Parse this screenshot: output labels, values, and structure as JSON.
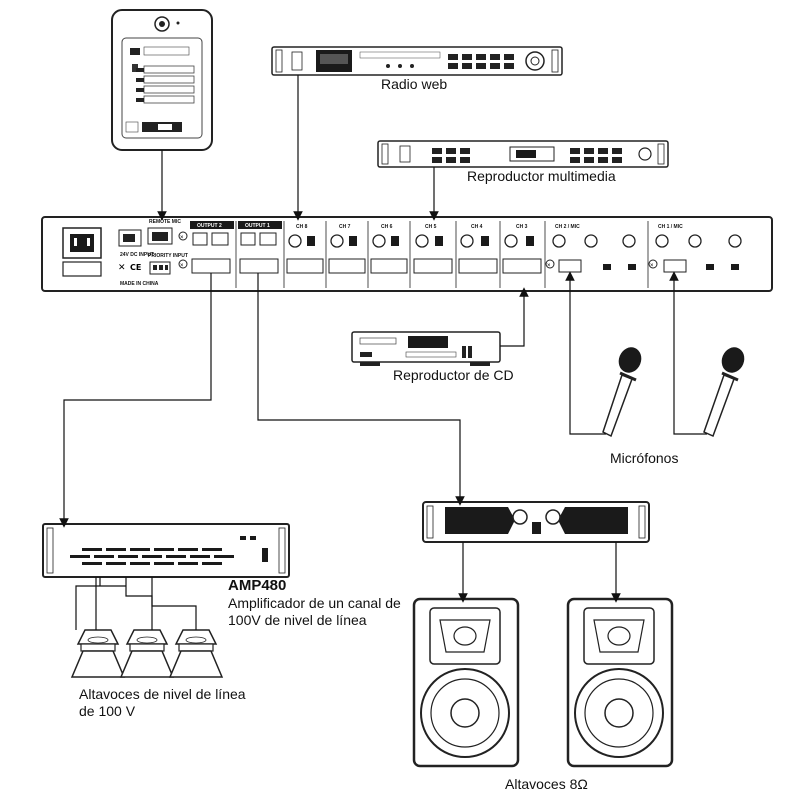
{
  "labels": {
    "radio_web": "Radio web",
    "media_player": "Reproductor multimedia",
    "cd_player": "Reproductor de CD",
    "microphones": "Micrófonos",
    "amp_model": "AMP480",
    "amp_desc_line1": "Amplificador de un canal de",
    "amp_desc_line2": "100V de nivel de línea",
    "line_speakers_line1": "Altavoces de nivel de línea",
    "line_speakers_line2": "de 100 V",
    "speakers_8ohm": "Altavoces 8Ω"
  },
  "mixer_panel": {
    "channels": [
      "OUTPUT 2",
      "OUTPUT 1",
      "CH 8",
      "CH 7",
      "CH 6",
      "CH 5",
      "CH 4",
      "CH 3",
      "CH 2 / MIC",
      "CH 1 / MIC"
    ],
    "remote_mic": "REMOTE MIC",
    "priority_input": "PRIORITY INPUT",
    "dc_input": "24V DC INPUT",
    "made_in": "MADE IN CHINA"
  },
  "colors": {
    "line": "#111111",
    "device_fill": "#ffffff",
    "device_stroke": "#222222",
    "dark": "#1a1a1a"
  }
}
